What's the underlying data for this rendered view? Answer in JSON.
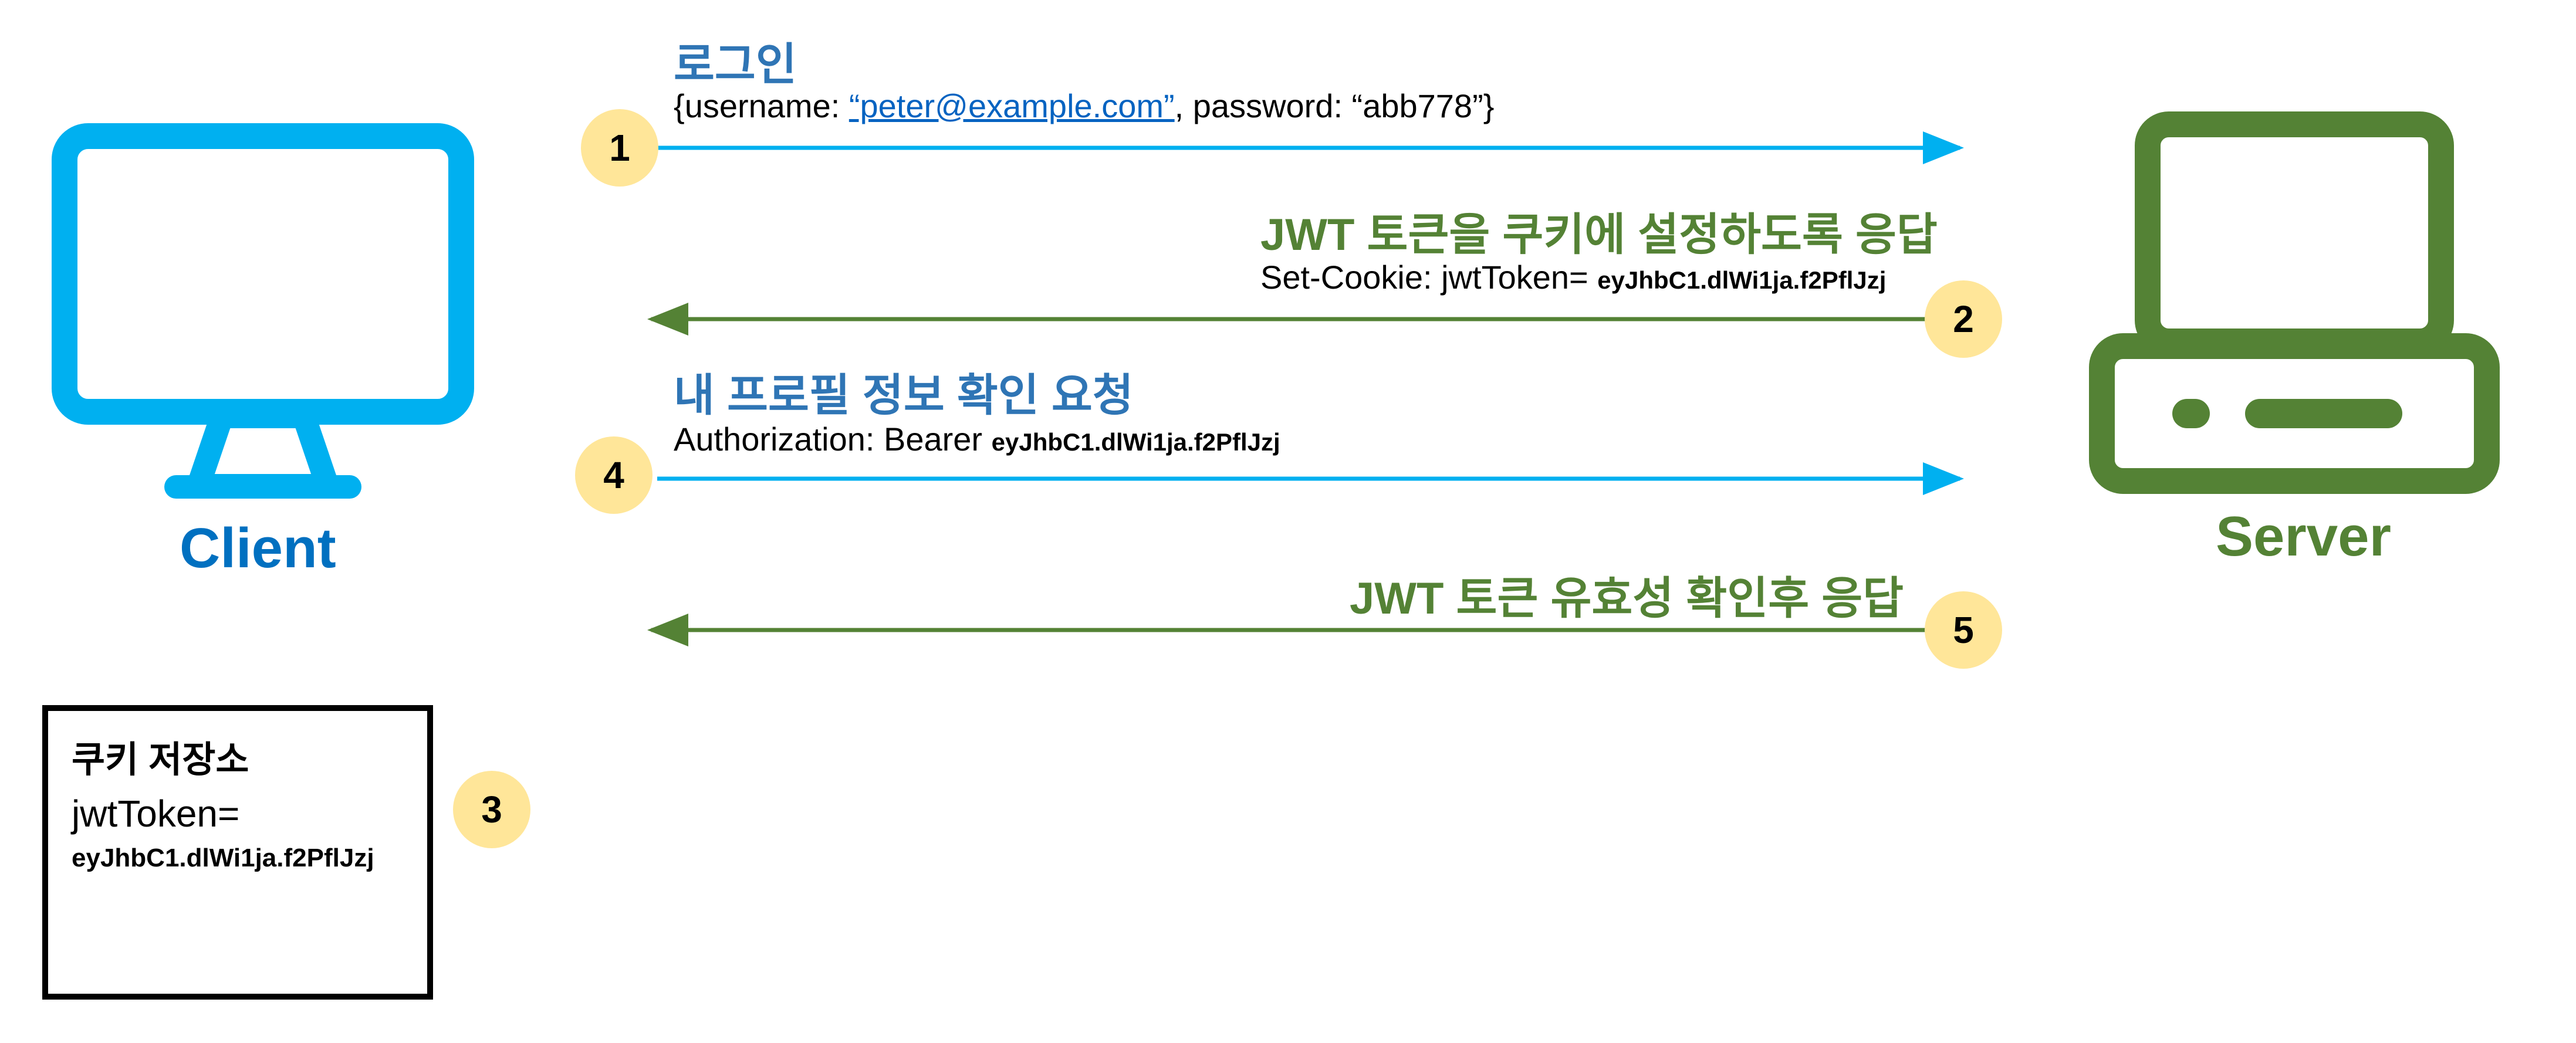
{
  "client": {
    "label": "Client",
    "icon": "monitor-icon",
    "color": "#00B0F0"
  },
  "server": {
    "label": "Server",
    "icon": "server-computer-icon",
    "color": "#548235"
  },
  "steps": [
    {
      "number": "1",
      "title": "로그인",
      "detail_prefix": "{username: ",
      "detail_link": "“peter@example.com”",
      "detail_suffix": ", password: “abb778”}",
      "direction": "client-to-server"
    },
    {
      "number": "2",
      "title": "JWT 토큰을 쿠키에 설정하도록 응답",
      "detail_prefix": "Set-Cookie: jwtToken= ",
      "detail_token": "eyJhbC1.dlWi1ja.f2PflJzj",
      "direction": "server-to-client"
    },
    {
      "number": "3",
      "title": "쿠키 저장소",
      "key": "jwtToken=",
      "value": "eyJhbC1.dlWi1ja.f2PflJzj"
    },
    {
      "number": "4",
      "title": "내 프로필 정보 확인 요청",
      "detail_prefix": "Authorization: Bearer ",
      "detail_token": "eyJhbC1.dlWi1ja.f2PflJzj",
      "direction": "client-to-server"
    },
    {
      "number": "5",
      "title": "JWT 토큰 유효성 확인후 응답",
      "direction": "server-to-client"
    }
  ],
  "colors": {
    "request_arrow": "#00B0F0",
    "response_arrow": "#548235",
    "step_circle": "#FFE699",
    "request_title": "#2F75B5",
    "response_title": "#548235"
  }
}
